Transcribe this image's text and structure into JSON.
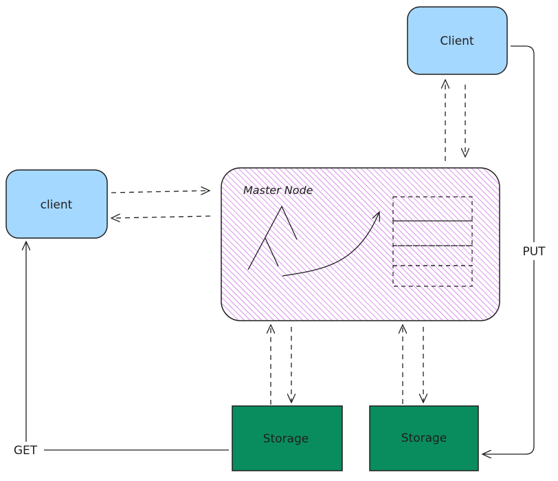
{
  "nodes": {
    "client_top": {
      "label": "Client"
    },
    "client_left": {
      "label": "client"
    },
    "master": {
      "label": "Master Node"
    },
    "storage_1": {
      "label": "Storage"
    },
    "storage_2": {
      "label": "Storage"
    }
  },
  "edges": {
    "put_label": "PUT",
    "get_label": "GET"
  },
  "colors": {
    "client_fill": "#a5d8ff",
    "master_hatch": "#be4bdb",
    "storage_fill": "#0a8d5e",
    "stroke": "#1e1e1e"
  }
}
